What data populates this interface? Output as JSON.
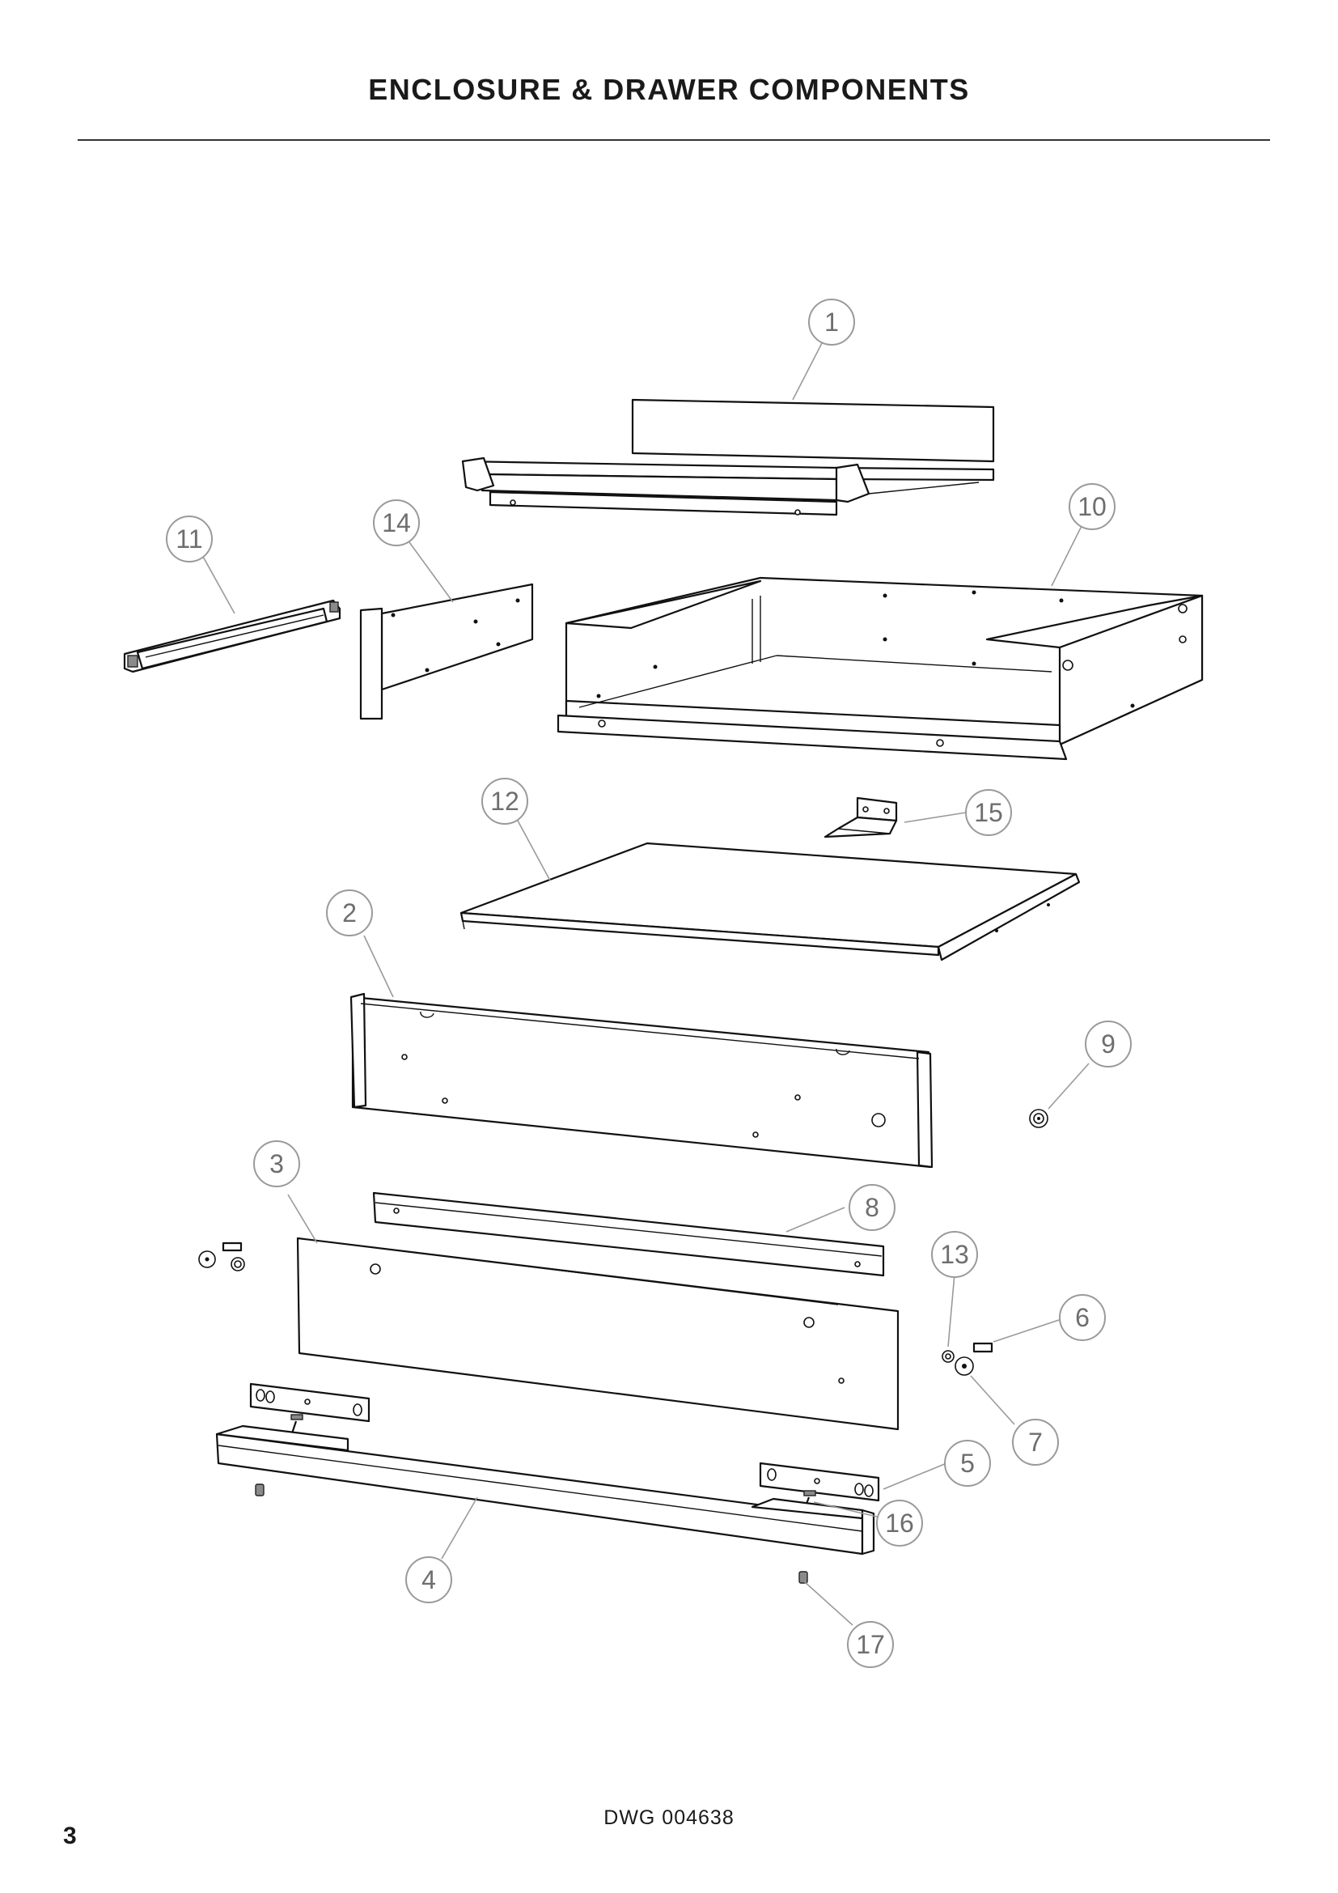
{
  "header": {
    "title": "ENCLOSURE & DRAWER COMPONENTS"
  },
  "drawing": {
    "number": "DWG 004638"
  },
  "footer": {
    "page_number": "3"
  },
  "callouts": [
    {
      "id": "callout-1",
      "label": "1"
    },
    {
      "id": "callout-2",
      "label": "2"
    },
    {
      "id": "callout-3",
      "label": "3"
    },
    {
      "id": "callout-4",
      "label": "4"
    },
    {
      "id": "callout-5",
      "label": "5"
    },
    {
      "id": "callout-6",
      "label": "6"
    },
    {
      "id": "callout-7",
      "label": "7"
    },
    {
      "id": "callout-8",
      "label": "8"
    },
    {
      "id": "callout-9",
      "label": "9"
    },
    {
      "id": "callout-10",
      "label": "10"
    },
    {
      "id": "callout-11",
      "label": "11"
    },
    {
      "id": "callout-12",
      "label": "12"
    },
    {
      "id": "callout-13",
      "label": "13"
    },
    {
      "id": "callout-14",
      "label": "14"
    },
    {
      "id": "callout-15",
      "label": "15"
    },
    {
      "id": "callout-16",
      "label": "16"
    },
    {
      "id": "callout-17",
      "label": "17"
    }
  ]
}
